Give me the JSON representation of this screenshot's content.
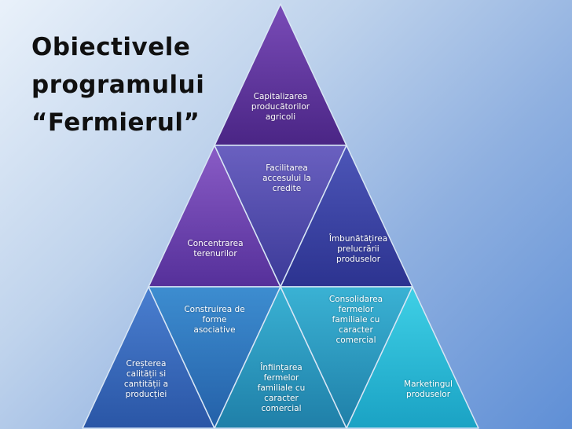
{
  "title": "Obiectivele\nprogramului\n“Fermierul”",
  "colors": {
    "top": "#5b2d8f",
    "purple": "#6a3aa6",
    "indigo": "#3a3f9a",
    "blue": "#2f5fb3",
    "teal": "#2d8fae",
    "cyan": "#25b6cf"
  },
  "items": [
    {
      "id": "capitalizarea",
      "label": "Capitalizarea\nproducătorilor\nagricoli"
    },
    {
      "id": "facilitarea",
      "label": "Facilitarea\naccesului la\ncredite"
    },
    {
      "id": "concentrarea",
      "label": "Concentrarea\nterenurilor"
    },
    {
      "id": "imbunatatirea",
      "label": "Îmbunătățirea\nprelucrării\nproduselor"
    },
    {
      "id": "construirea",
      "label": "Construirea de\nforme\nasociative"
    },
    {
      "id": "consolidarea",
      "label": "Consolidarea\nfermelor\nfamiliale cu\ncaracter\ncomercial"
    },
    {
      "id": "cresterea",
      "label": "Creșterea\ncalității si\ncantității a\nproducției"
    },
    {
      "id": "infiintarea",
      "label": "Înființarea\nfermelor\nfamiliale cu\ncaracter\ncomercial"
    },
    {
      "id": "marketingul",
      "label": "Marketingul\nproduselor"
    }
  ]
}
